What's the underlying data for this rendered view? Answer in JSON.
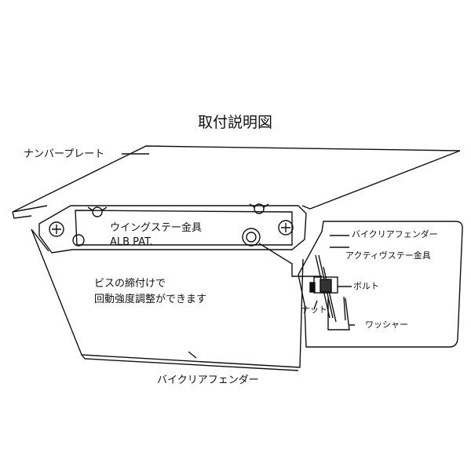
{
  "title": "取付説明図",
  "labels": {
    "number_plate": "ナンバープレート",
    "wing_stay": "ウイングステー金具",
    "alb_pat": "ALB PAT.",
    "note_line1": "ビスの締付けで",
    "note_line2": "回動強度調整ができます",
    "fender": "バイクリアフェンダー"
  },
  "inset": {
    "fender": "バイクリアフェンダー",
    "active_stay": "アクティヴステー金具",
    "bolt": "ボルト",
    "nut": "ナット",
    "washer": "ワッシャー"
  }
}
